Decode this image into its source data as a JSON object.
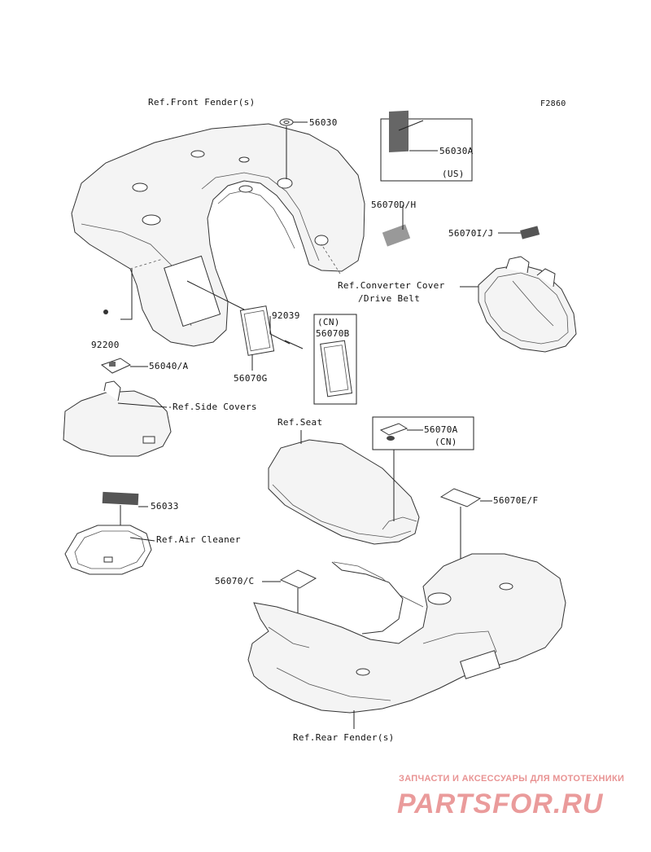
{
  "diagram_code": "F2860",
  "refs": {
    "front_fender": "Ref.Front Fender(s)",
    "converter_cover_1": "Ref.Converter Cover",
    "converter_cover_2": "/Drive Belt",
    "side_covers": "Ref.Side Covers",
    "seat": "Ref.Seat",
    "air_cleaner": "Ref.Air Cleaner",
    "rear_fender": "Ref.Rear Fender(s)"
  },
  "parts": {
    "p56030": "56030",
    "p56030a": "56030A",
    "p56030a_us": "(US)",
    "p56070dh": "56070D/H",
    "p56070ij": "56070I/J",
    "p92039": "92039",
    "p56070b_cn": "(CN)",
    "p56070b": "56070B",
    "p92200": "92200",
    "p56040a": "56040/A",
    "p56070g": "56070G",
    "p56070a": "56070A",
    "p56070a_cn": "(CN)",
    "p56033": "56033",
    "p56070ef": "56070E/F",
    "p56070c": "56070/C"
  },
  "watermark": {
    "subtitle": "ЗАПЧАСТИ И АКСЕССУАРЫ ДЛЯ МОТОТЕХНИКИ",
    "brand": "PARTSFOR.RU",
    "color": "#d63a3a"
  }
}
